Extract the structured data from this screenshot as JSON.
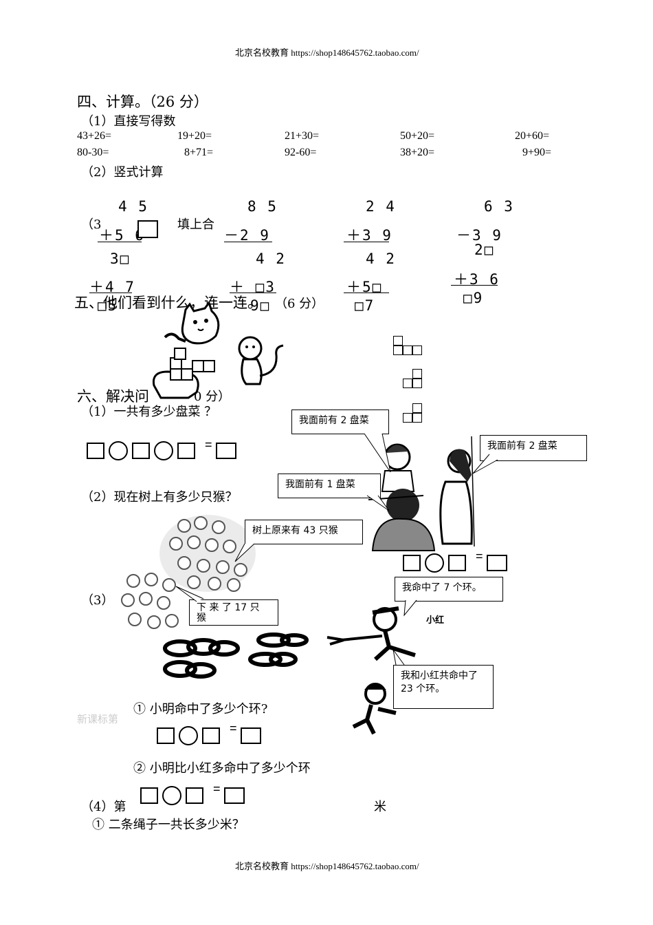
{
  "header": "北京名校教育 https://shop148645762.taobao.com/",
  "footer": "北京名校教育 https://shop148645762.taobao.com/",
  "sec4": {
    "title": "四、计算。（26 分）",
    "p1": "（1）直接写得数",
    "row1": [
      "43+26=",
      "19+20=",
      "21+30=",
      "50+20=",
      "20+60="
    ],
    "row2": [
      "80-30=",
      "8+71=",
      "92-60=",
      "38+20=",
      "9+90="
    ],
    "p2": "（2）竖式计算",
    "vertical": [
      {
        "top": "4 5",
        "op": "＋5 6"
      },
      {
        "top": "8 5",
        "op": "－2 9"
      },
      {
        "top": "2 4",
        "op": "＋3 9"
      },
      {
        "top": "6 3",
        "op": "－3 9"
      }
    ],
    "p3a": "（3",
    "p3b": "填上合",
    "fill": [
      {
        "top": "3□",
        "op": "＋4 7",
        "res": "□5"
      },
      {
        "top": "4 2",
        "op": "＋ □3",
        "res": "9□"
      },
      {
        "top": "4 2",
        "op": "＋5□",
        "res": "□7"
      },
      {
        "top": "2□",
        "op": "＋3 6",
        "res": "□9"
      }
    ]
  },
  "sec5": {
    "title_a": "五、他们看到什么，连一连。",
    "title_b": "（6 分）"
  },
  "sec6": {
    "title_a": "六、解决问",
    "title_b": "0 分）",
    "q1": "（1）一共有多少盘菜 ？",
    "q2": "（2）现在树上有多少只猴？",
    "q3": "（3）",
    "q3_a": "① 小明命中了多少个环?",
    "q3_b": "② 小明比小红多命中了多少个环",
    "q4": "（4）第",
    "q4_tail": "米",
    "q4_1": "① 二条绳子一共长多少米？",
    "watermark": "新课标第"
  },
  "bubbles": {
    "b1": "我面前有 2 盘菜",
    "b2": "我面前有 2 盘菜",
    "b3": "我面前有 1 盘菜",
    "b4": "树上原来有 43 只猴",
    "b5": "下 来 了  17  只 猴",
    "b6": "我命中了 7 个环。",
    "b7": "我和小红共命中了 23 个环。",
    "label_xiaohong": "小红"
  },
  "eq_sign": "="
}
